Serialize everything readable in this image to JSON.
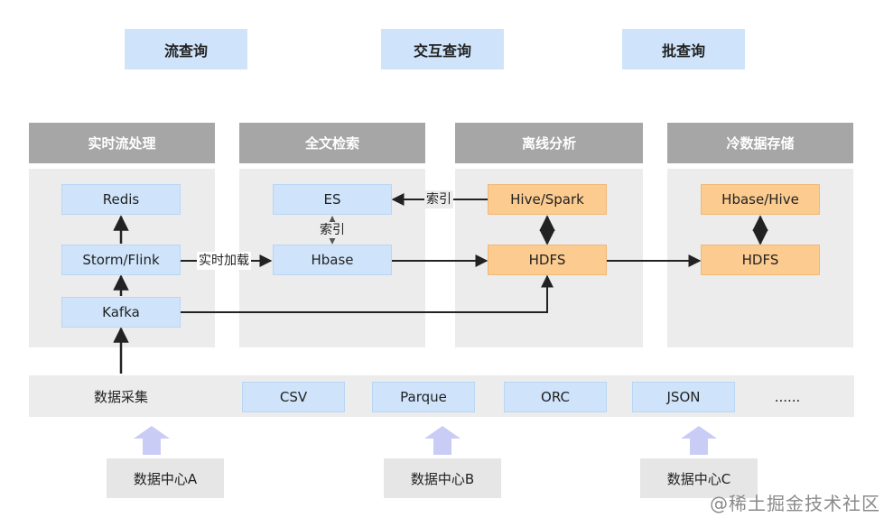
{
  "top_labels": [
    "流查询",
    "交互查询",
    "批查询"
  ],
  "columns": [
    {
      "header": "实时流处理"
    },
    {
      "header": "全文检索"
    },
    {
      "header": "离线分析"
    },
    {
      "header": "冷数据存储"
    }
  ],
  "nodes": {
    "redis": "Redis",
    "storm": "Storm/Flink",
    "kafka": "Kafka",
    "es": "ES",
    "hbase": "Hbase",
    "hive_spark": "Hive/Spark",
    "hdfs_offline": "HDFS",
    "hbase_hive": "Hbase/Hive",
    "hdfs_cold": "HDFS"
  },
  "edge_labels": {
    "realtime_load": "实时加载",
    "index_es_hbase": "索引",
    "index_hive_es": "索引"
  },
  "collection": {
    "label": "数据采集",
    "formats": [
      "CSV",
      "Parque",
      "ORC",
      "JSON"
    ],
    "more": "......"
  },
  "data_centers": [
    "数据中心A",
    "数据中心B",
    "数据中心C"
  ],
  "watermark": "@稀土掘金技术社区",
  "colors": {
    "blue_node": "#cfe4fb",
    "orange_node": "#fbcb8f",
    "gray_header": "#a6a6a6",
    "panel": "#ececec",
    "arrow": "#222222",
    "upload_arrow": "#c9cdf5"
  }
}
